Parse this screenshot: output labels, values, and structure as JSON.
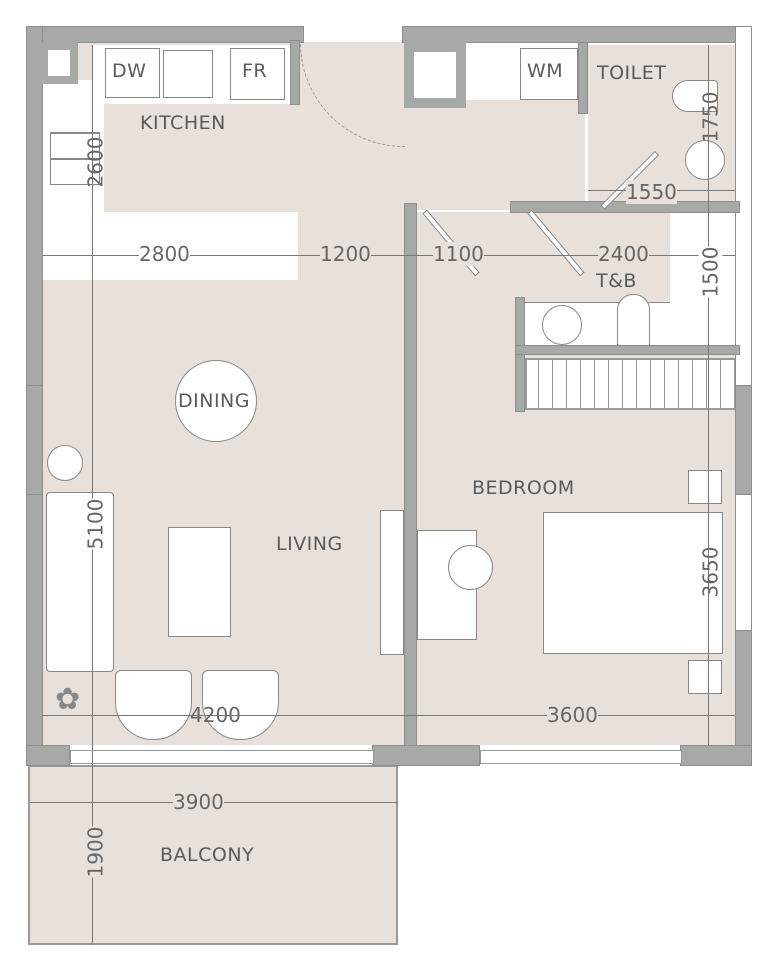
{
  "rooms": {
    "kitchen": "KITCHEN",
    "toilet": "TOILET",
    "tb": "T&B",
    "dining": "DINING",
    "living": "LIVING",
    "bedroom": "BEDROOM",
    "balcony": "BALCONY"
  },
  "appliances": {
    "dishwasher": "DW",
    "fridge": "FR",
    "washing_machine": "WM"
  },
  "dimensions": {
    "kitchen_width": "2800",
    "corridor_width": "1200",
    "door_width": "1100",
    "tb_width": "2400",
    "toilet_width": "1550",
    "toilet_depth": "1750",
    "tb_depth": "1500",
    "kitchen_depth": "2600",
    "living_depth": "5100",
    "living_width": "4200",
    "bedroom_width": "3600",
    "bedroom_depth": "3650",
    "balcony_width": "3900",
    "balcony_depth": "1900"
  },
  "colors": {
    "floor": "#e8e0da",
    "wall": "#a7a9a7"
  }
}
